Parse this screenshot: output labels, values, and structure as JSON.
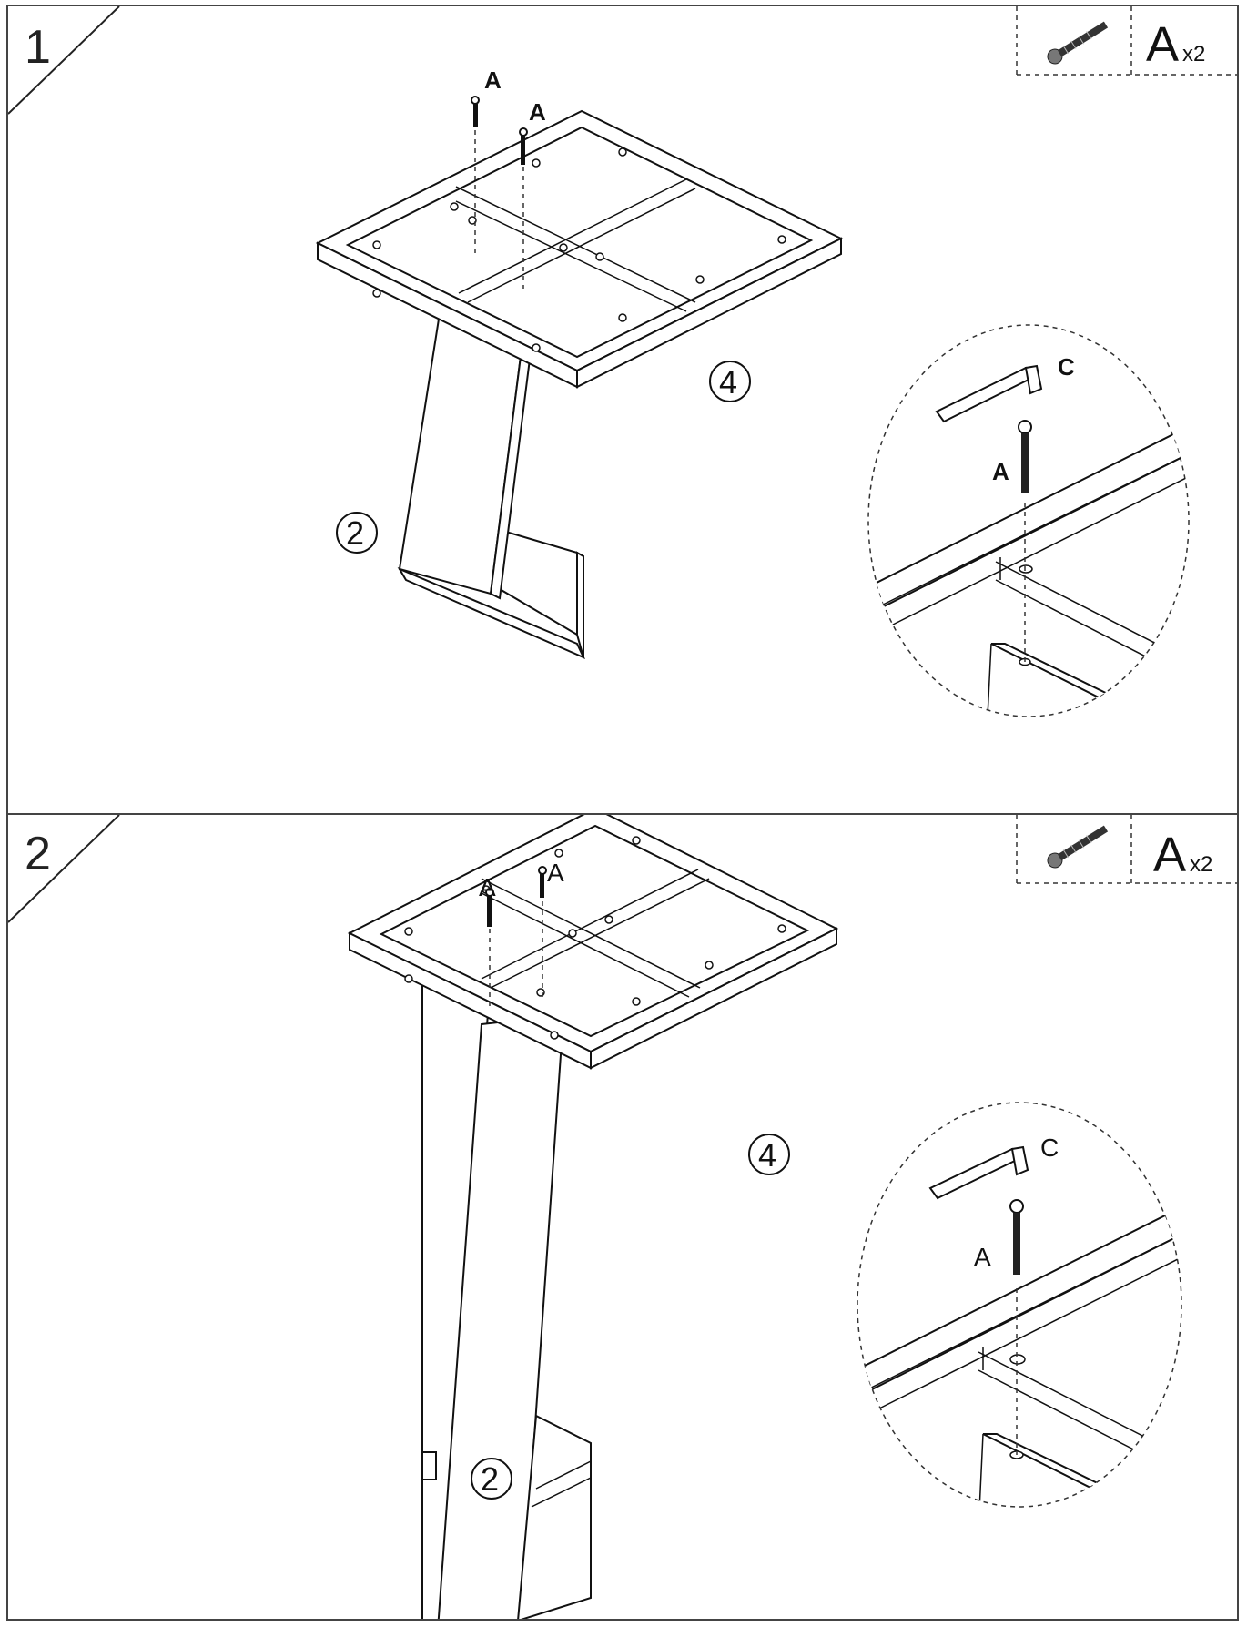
{
  "steps": [
    {
      "number": "1",
      "hardware": {
        "part": "A",
        "qty": "x2"
      },
      "labels": {
        "screw_a1": "A",
        "screw_a2": "A",
        "part_frame": "4",
        "part_leg": "2"
      },
      "detail": {
        "tool": "C",
        "screw": "A"
      }
    },
    {
      "number": "2",
      "hardware": {
        "part": "A",
        "qty": "x2"
      },
      "labels": {
        "screw_a1": "A",
        "screw_a2": "A",
        "part_frame": "4",
        "part_leg": "2"
      },
      "detail": {
        "tool": "C",
        "screw": "A"
      }
    }
  ],
  "icons": [
    "screw-icon",
    "allen-key-icon"
  ]
}
